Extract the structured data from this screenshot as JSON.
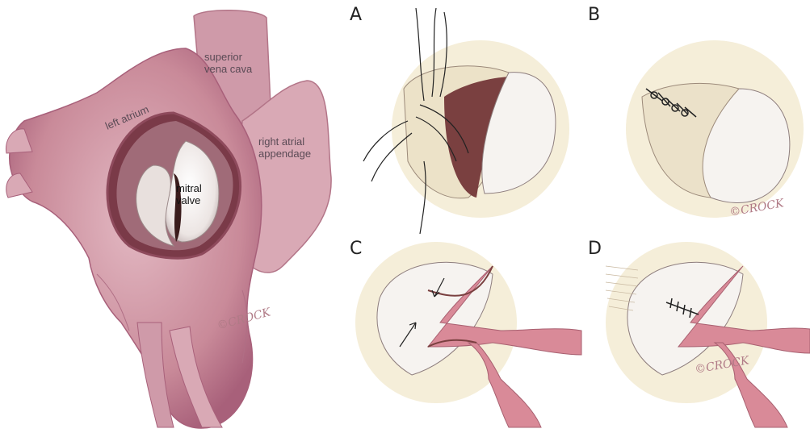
{
  "main_figure": {
    "labels": {
      "superior_vena_cava": "superior\nvena cava",
      "left_atrium": "left atrium",
      "right_atrial_appendage": "right atrial\nappendage",
      "mitral_valve": "mitral\nvalve"
    },
    "signature": "©CROCK"
  },
  "panels": [
    {
      "letter": "A"
    },
    {
      "letter": "B",
      "signature": "©CROCK"
    },
    {
      "letter": "C"
    },
    {
      "letter": "D",
      "signature": "©CROCK"
    }
  ],
  "colors": {
    "heart_tissue": "#c98a99",
    "heart_shadow": "#a8607a",
    "valve_white": "#f3f0ee",
    "valve_halo": "#f3ead0",
    "chordae": "#d98a98",
    "dark_gap": "#6b3a3a"
  }
}
